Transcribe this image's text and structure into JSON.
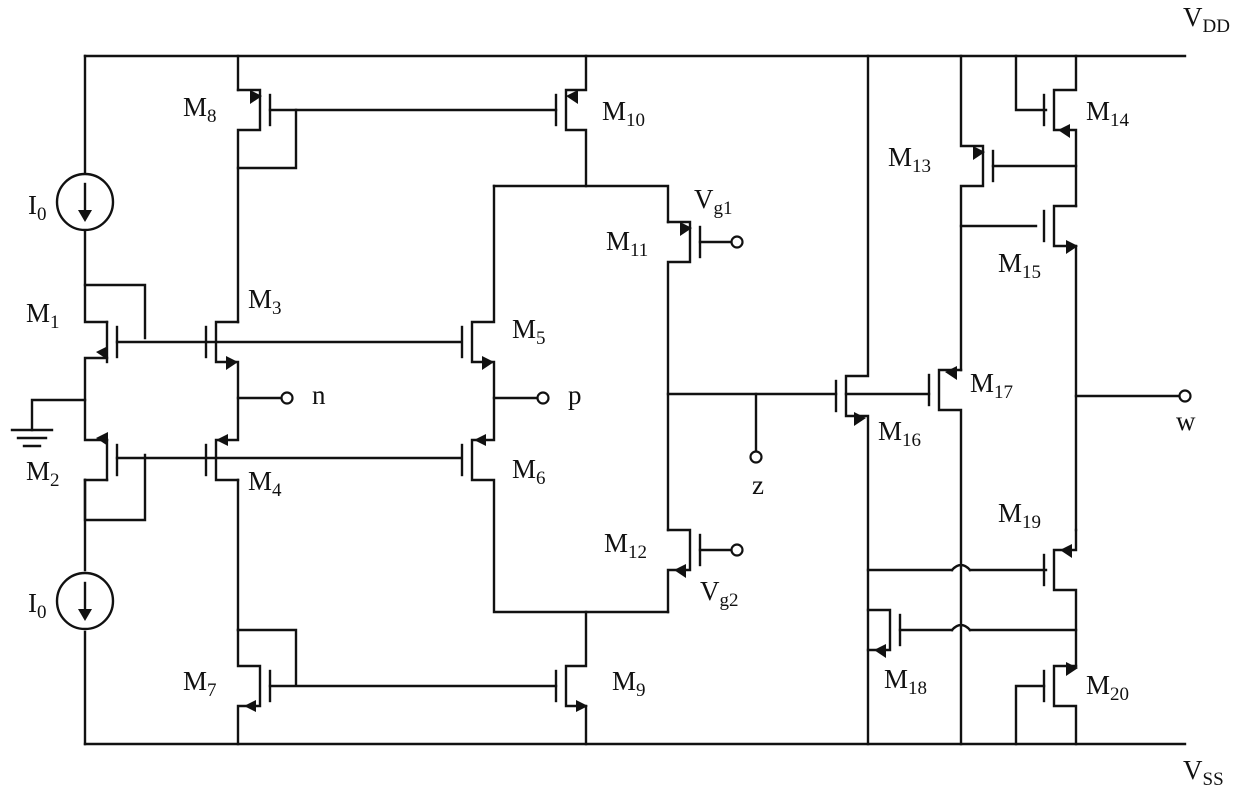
{
  "supply": {
    "vdd": {
      "main": "V",
      "sub": "DD"
    },
    "vss": {
      "main": "V",
      "sub": "SS"
    }
  },
  "sources": [
    {
      "main": "I",
      "sub": "0"
    },
    {
      "main": "I",
      "sub": "0"
    }
  ],
  "transistors": [
    {
      "main": "M",
      "sub": "1"
    },
    {
      "main": "M",
      "sub": "2"
    },
    {
      "main": "M",
      "sub": "3"
    },
    {
      "main": "M",
      "sub": "4"
    },
    {
      "main": "M",
      "sub": "5"
    },
    {
      "main": "M",
      "sub": "6"
    },
    {
      "main": "M",
      "sub": "7"
    },
    {
      "main": "M",
      "sub": "8"
    },
    {
      "main": "M",
      "sub": "9"
    },
    {
      "main": "M",
      "sub": "10"
    },
    {
      "main": "M",
      "sub": "11"
    },
    {
      "main": "M",
      "sub": "12"
    },
    {
      "main": "M",
      "sub": "13"
    },
    {
      "main": "M",
      "sub": "14"
    },
    {
      "main": "M",
      "sub": "15"
    },
    {
      "main": "M",
      "sub": "16"
    },
    {
      "main": "M",
      "sub": "17"
    },
    {
      "main": "M",
      "sub": "18"
    },
    {
      "main": "M",
      "sub": "19"
    },
    {
      "main": "M",
      "sub": "20"
    }
  ],
  "bias": {
    "vg1": {
      "main": "V",
      "sub": "g1"
    },
    "vg2": {
      "main": "V",
      "sub": "g2"
    }
  },
  "terminals": {
    "n": "n",
    "p": "p",
    "z": "z",
    "w": "w"
  }
}
